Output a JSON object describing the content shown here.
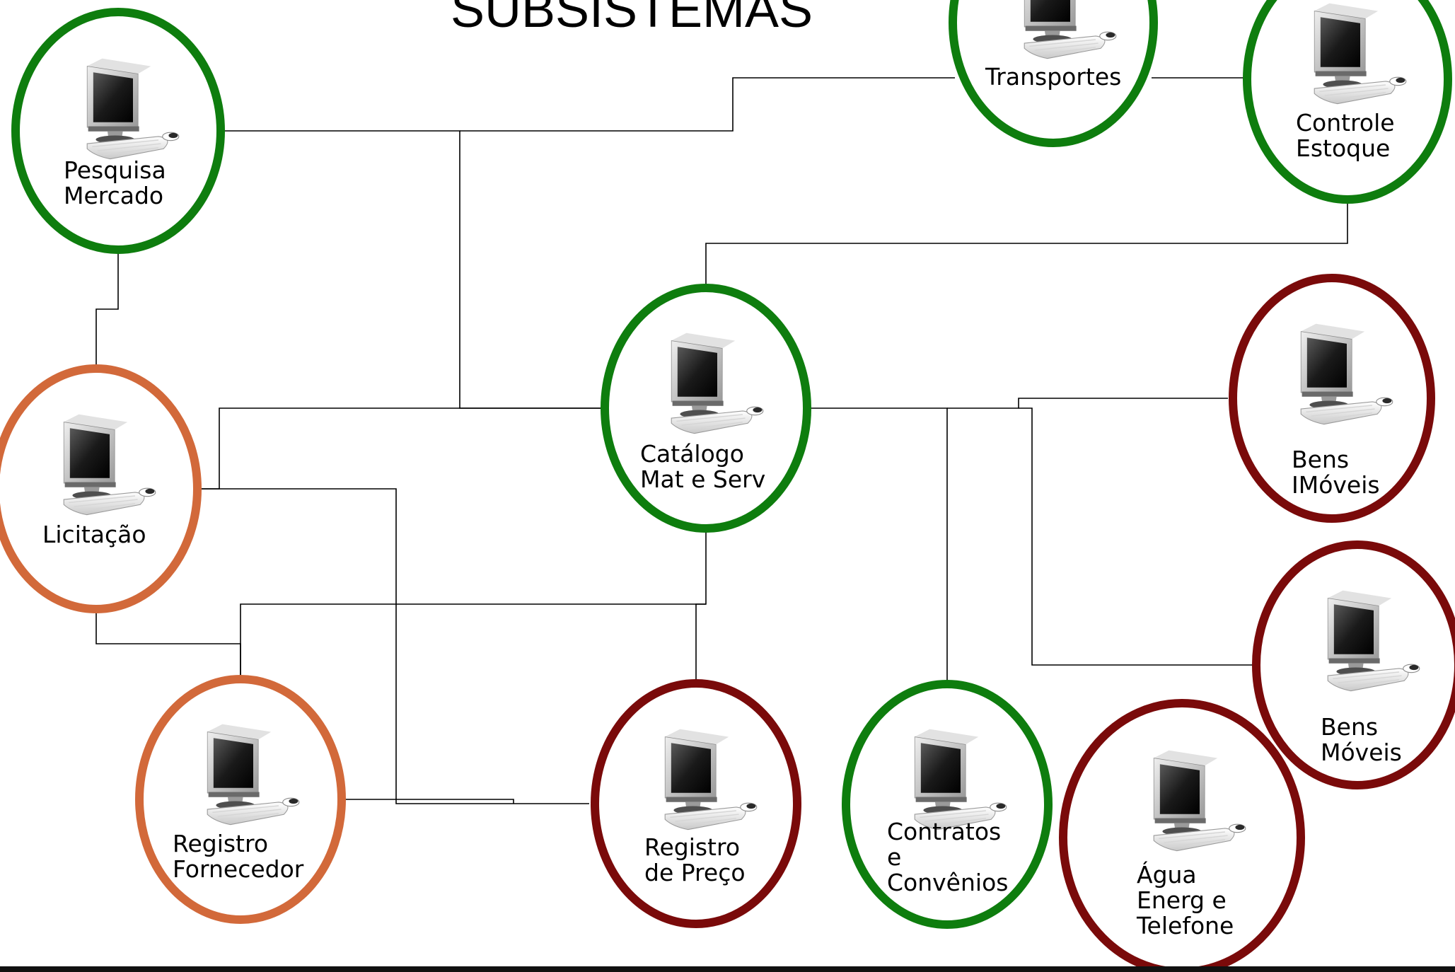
{
  "diagram": {
    "title": "SUBSISTEMAS",
    "colors": {
      "green": "#0e7d0e",
      "orange": "#d2693a",
      "darkred": "#7a0a0a",
      "line": "#000000",
      "footer_bar": "#111111"
    },
    "node_icon": "desktop-computer-icon",
    "nodes": [
      {
        "id": "pesquisa-mercado",
        "lines": [
          "Pesquisa",
          "Mercado"
        ],
        "status": "green"
      },
      {
        "id": "transportes",
        "lines": [
          "Transportes"
        ],
        "status": "green"
      },
      {
        "id": "controle-estoque",
        "lines": [
          "Controle",
          "Estoque"
        ],
        "status": "green"
      },
      {
        "id": "catalogo",
        "lines": [
          "Catálogo",
          "Mat e Serv"
        ],
        "status": "green"
      },
      {
        "id": "bens-imoveis",
        "lines": [
          "Bens",
          "IMóveis"
        ],
        "status": "darkred"
      },
      {
        "id": "licitacao",
        "lines": [
          "Licitação"
        ],
        "status": "orange"
      },
      {
        "id": "bens-moveis",
        "lines": [
          "Bens",
          "Móveis"
        ],
        "status": "darkred"
      },
      {
        "id": "registro-fornecedor",
        "lines": [
          "Registro",
          "Fornecedor"
        ],
        "status": "orange"
      },
      {
        "id": "registro-preco",
        "lines": [
          "Registro",
          "de  Preço"
        ],
        "status": "darkred"
      },
      {
        "id": "contratos",
        "lines": [
          "Contratos",
          "e",
          "Convênios"
        ],
        "status": "green"
      },
      {
        "id": "agua-energ",
        "lines": [
          "Água",
          "Energ e",
          "Telefone"
        ],
        "status": "darkred"
      }
    ]
  }
}
